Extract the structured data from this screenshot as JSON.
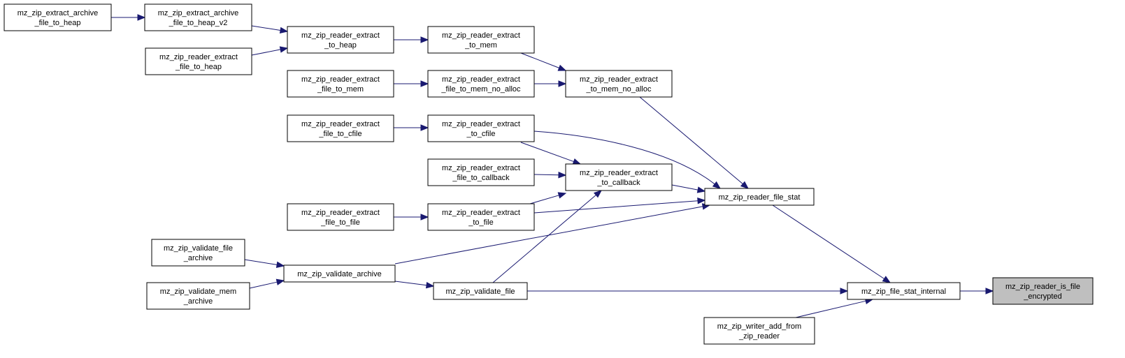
{
  "graph": {
    "colors": {
      "edge": "#191970",
      "node_fill": "#ffffff",
      "focus_fill": "#bfbfbf",
      "node_border": "#000000"
    },
    "nodes": {
      "n1": [
        "mz_zip_extract_archive",
        "_file_to_heap"
      ],
      "n2": [
        "mz_zip_extract_archive",
        "_file_to_heap_v2"
      ],
      "n3": [
        "mz_zip_reader_extract",
        "_to_heap"
      ],
      "n4": [
        "mz_zip_reader_extract",
        "_file_to_heap"
      ],
      "n5": [
        "mz_zip_reader_extract",
        "_to_mem"
      ],
      "n6": [
        "mz_zip_reader_extract",
        "_file_to_mem"
      ],
      "n7": [
        "mz_zip_reader_extract",
        "_file_to_mem_no_alloc"
      ],
      "n8": [
        "mz_zip_reader_extract",
        "_to_mem_no_alloc"
      ],
      "n9": [
        "mz_zip_reader_extract",
        "_file_to_cfile"
      ],
      "n10": [
        "mz_zip_reader_extract",
        "_to_cfile"
      ],
      "n11": [
        "mz_zip_reader_extract",
        "_file_to_callback"
      ],
      "n12": [
        "mz_zip_reader_extract",
        "_to_callback"
      ],
      "n13": [
        "mz_zip_reader_file_stat"
      ],
      "n14": [
        "mz_zip_reader_extract",
        "_file_to_file"
      ],
      "n15": [
        "mz_zip_reader_extract",
        "_to_file"
      ],
      "n16": [
        "mz_zip_validate_file",
        "_archive"
      ],
      "n17": [
        "mz_zip_validate_archive"
      ],
      "n18": [
        "mz_zip_validate_mem",
        "_archive"
      ],
      "n19": [
        "mz_zip_validate_file"
      ],
      "n20": [
        "mz_zip_file_stat_internal"
      ],
      "n21": [
        "mz_zip_reader_is_file",
        "_encrypted"
      ],
      "n22": [
        "mz_zip_writer_add_from",
        "_zip_reader"
      ]
    },
    "focus_node": "n21"
  }
}
